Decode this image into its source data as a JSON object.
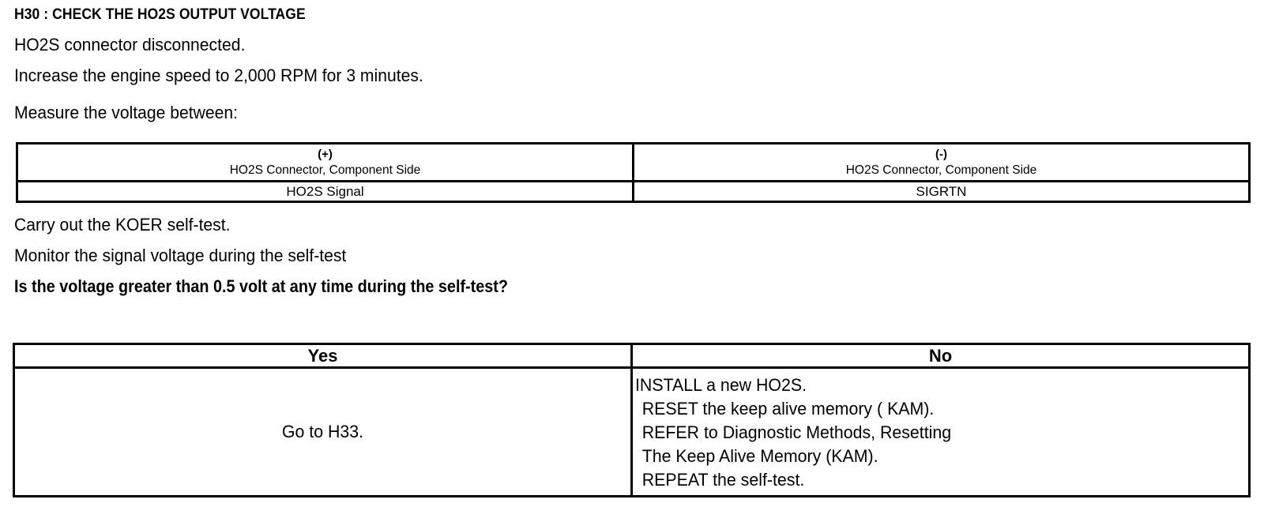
{
  "document": {
    "step_title": "H30 : CHECK THE HO2S OUTPUT VOLTAGE",
    "intro_lines": [
      "HO2S connector disconnected.",
      "Increase the engine speed to 2,000 RPM for 3 minutes.",
      "Measure the voltage between:"
    ],
    "measurement_table": {
      "columns": [
        {
          "sign": "(+)",
          "connector": "HO2S Connector, Component Side",
          "value": "HO2S Signal"
        },
        {
          "sign": "(-)",
          "connector": "HO2S Connector, Component Side",
          "value": "SIGRTN"
        }
      ]
    },
    "mid_lines": [
      "Carry out the KOER self-test.",
      "Monitor the signal voltage during the self-test"
    ],
    "question": "Is the voltage greater than 0.5 volt at any time during the self-test?",
    "decision_table": {
      "headers": {
        "yes": "Yes",
        "no": "No"
      },
      "yes_action": "Go to H33.",
      "no_actions": [
        "INSTALL a new HO2S.",
        "RESET the keep alive memory ( KAM).",
        "REFER to  Diagnostic Methods, Resetting",
        "The Keep Alive Memory (KAM).",
        "REPEAT the self-test."
      ]
    }
  },
  "colors": {
    "ink": "#000000",
    "paper": "#ffffff"
  }
}
